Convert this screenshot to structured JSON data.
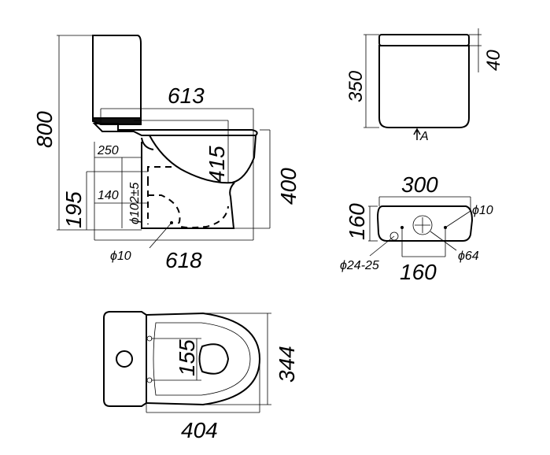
{
  "side_view": {
    "height_total": "800",
    "length_top": "613",
    "length_bottom": "618",
    "outlet_height": "195",
    "outlet_140": "140",
    "dim_250": "250",
    "outlet_dia": "ϕ102±5",
    "dim_415": "415",
    "seat_height": "400",
    "hole_dia": "ϕ10"
  },
  "tank_front": {
    "height": "350",
    "lid": "40",
    "arrow_label": "A"
  },
  "tank_top": {
    "width": "300",
    "depth": "160",
    "hole_spacing": "160",
    "small_hole": "ϕ10",
    "big_hole": "ϕ64",
    "fill_hole": "ϕ24-25"
  },
  "top_view": {
    "length": "404",
    "width": "344",
    "bolt_spacing": "155"
  }
}
